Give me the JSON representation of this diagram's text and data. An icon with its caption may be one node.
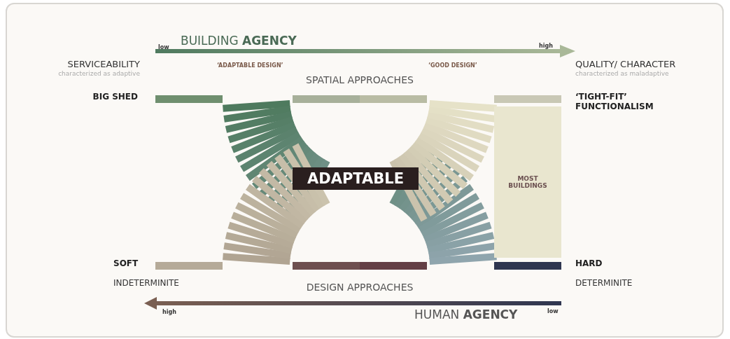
{
  "diagram": {
    "nodes": [
      {
        "text": [
          "ADAPTABLE"
        ]
      },
      {
        "text": [
          "MOST BUILDINGS"
        ]
      }
    ],
    "labels": [
      "low",
      "BUILDING **AGENCY**",
      "high",
      "SERVICEABILITY",
      "characterized as adaptive",
      "‘ADAPTABLE DESIGN’",
      "‘GOOD DESIGN’",
      "QUALITY/ CHARACTER",
      "characterized as maladaptive",
      "SPATIAL APPROACHES",
      "BIG SHED",
      "‘TIGHT-FIT’ FUNCTIONALISM",
      "SOFT",
      "HARD",
      "INDETERMINITE",
      "DESIGN APPROACHES",
      "DETERMINITE",
      "high",
      "low",
      "HUMAN **AGENCY**"
    ]
  }
}
